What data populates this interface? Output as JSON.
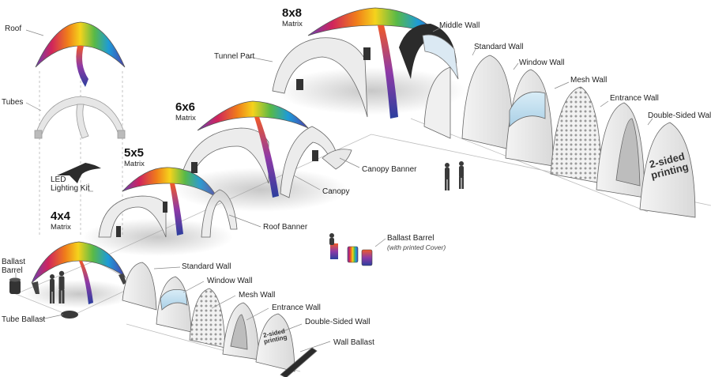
{
  "matrix_sizes": [
    {
      "size": "4x4",
      "sub": "Matrix"
    },
    {
      "size": "5x5",
      "sub": "Matrix"
    },
    {
      "size": "6x6",
      "sub": "Matrix"
    },
    {
      "size": "8x8",
      "sub": "Matrix"
    }
  ],
  "parts_labels": {
    "roof": "Roof",
    "tubes": "Tubes",
    "led_line1": "LED",
    "led_line2": "Lighting Kit",
    "ballast_barrel_line1": "Ballast",
    "ballast_barrel_line2": "Barrel",
    "tube_ballast": "Tube Ballast"
  },
  "small_wall_labels": {
    "standard": "Standard Wall",
    "window": "Window Wall",
    "mesh": "Mesh Wall",
    "entrance": "Entrance Wall",
    "double_sided": "Double-Sided Wall",
    "wall_ballast": "Wall Ballast"
  },
  "tent_labels": {
    "roof_banner": "Roof Banner",
    "canopy": "Canopy",
    "canopy_banner": "Canopy Banner",
    "tunnel_part": "Tunnel Part",
    "middle_wall": "Middle Wall"
  },
  "ballast_barrel_printed": {
    "line1": "Ballast Barrel",
    "line2": "(with printed Cover)"
  },
  "large_wall_labels": {
    "standard": "Standard Wall",
    "window": "Window Wall",
    "mesh": "Mesh Wall",
    "entrance": "Entrance Wall",
    "double_sided": "Double-Sided Wall"
  },
  "printing_text": {
    "line1": "2-sided",
    "line2": "printing"
  },
  "colors": {
    "tent_white": "#ececec",
    "tent_shade": "#c9c9c9",
    "outline": "#555555",
    "dark": "#2b2b2b",
    "leader": "#888888"
  }
}
